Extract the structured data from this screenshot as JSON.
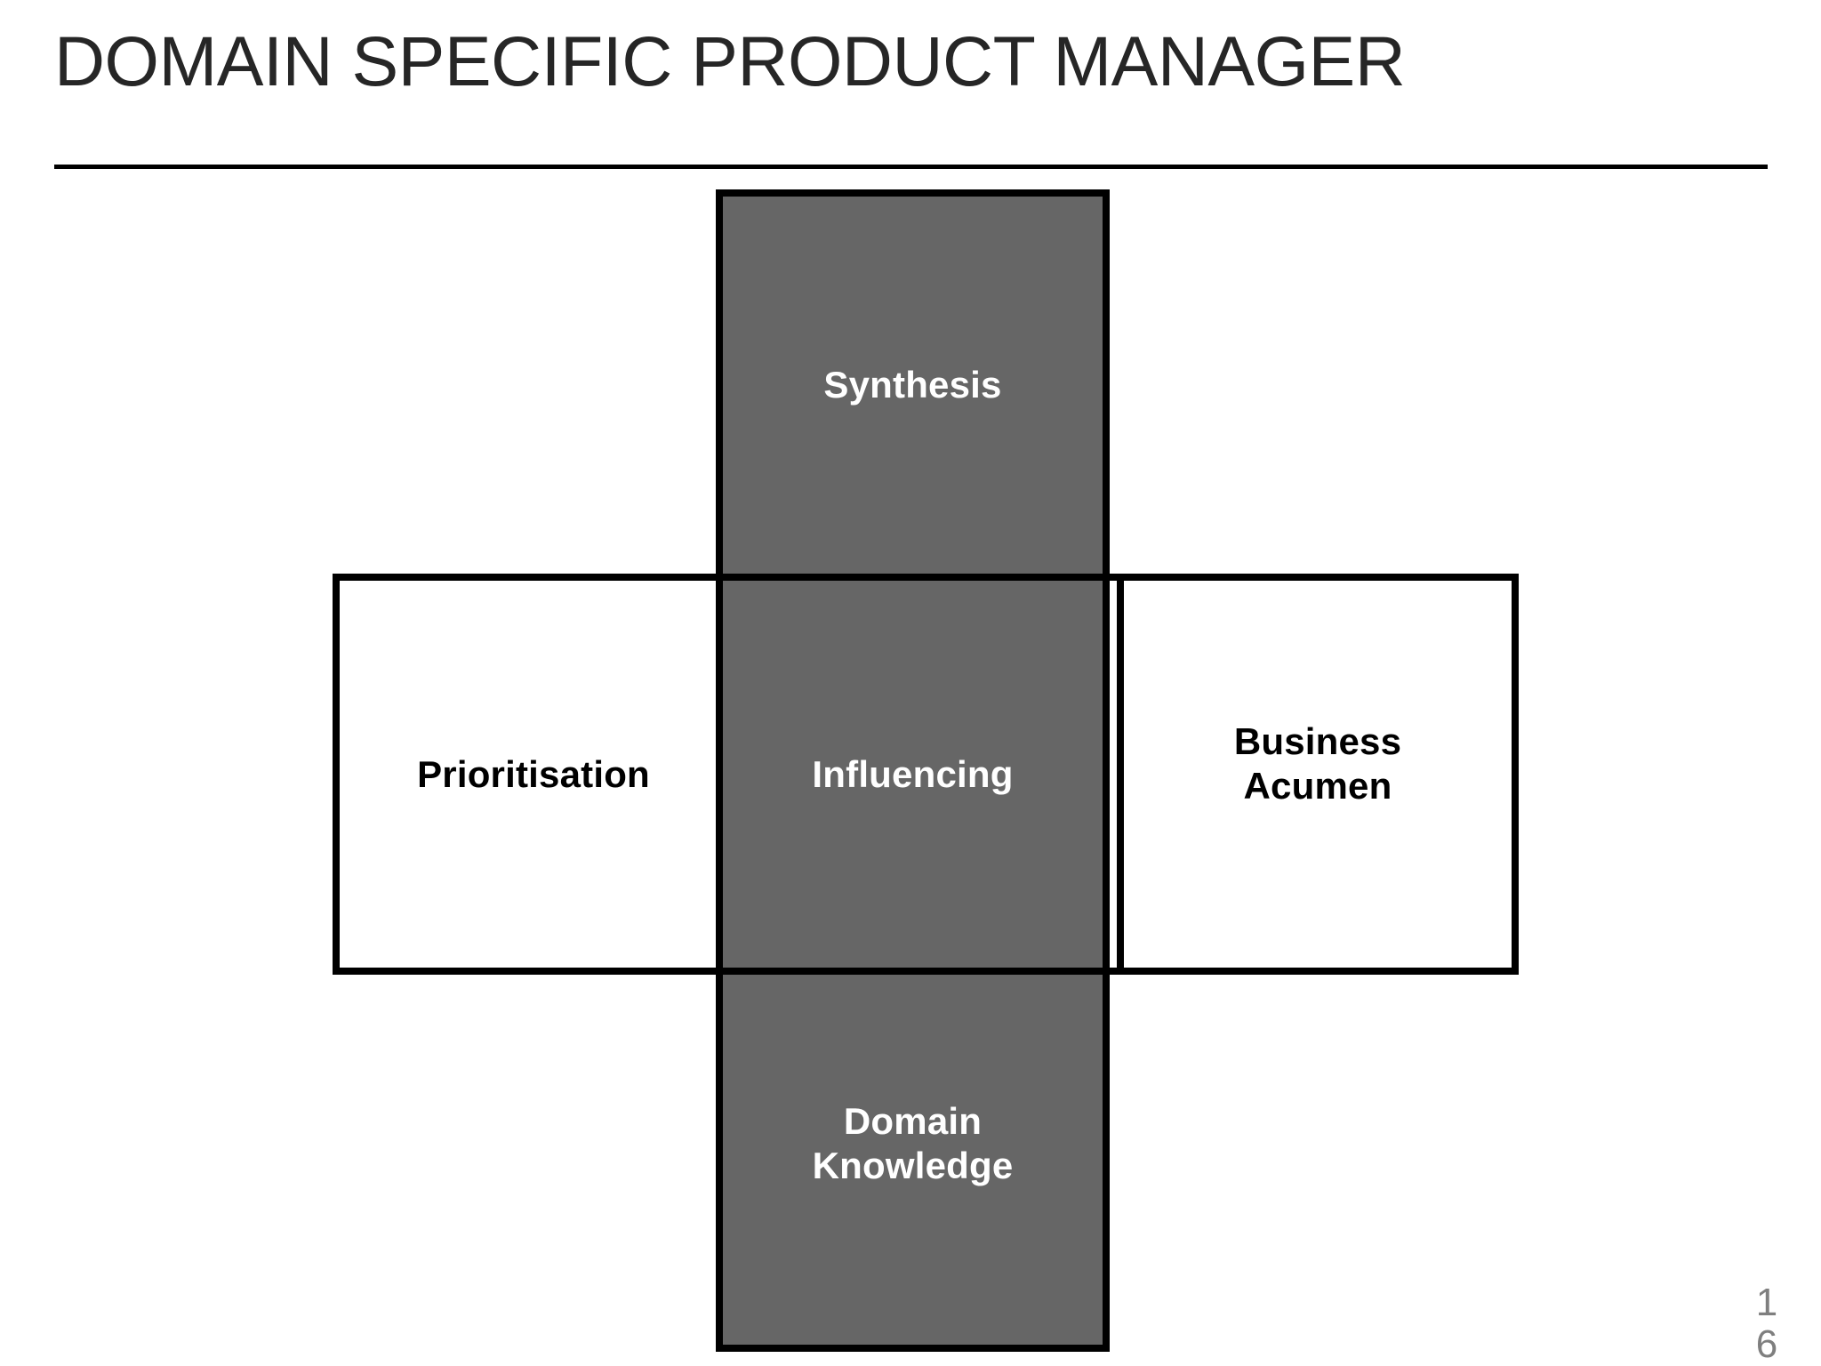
{
  "slide": {
    "title": "DOMAIN SPECIFIC PRODUCT MANAGER",
    "page_number": "16",
    "background_color": "#FFFFFF",
    "title_color": "#262626",
    "rule_color": "#000000",
    "page_number_color": "#7F7F7F"
  },
  "diagram": {
    "type": "cross-framework",
    "accent_fill": "#666666",
    "plain_fill": "#FFFFFF",
    "border_color": "#000000",
    "cells": [
      {
        "id": "synthesis",
        "label": "Synthesis",
        "position": "top",
        "fill": "#666666",
        "text_color": "#FFFFFF"
      },
      {
        "id": "prioritisation",
        "label": "Prioritisation",
        "position": "left",
        "fill": "#FFFFFF",
        "text_color": "#000000"
      },
      {
        "id": "influencing",
        "label": "Influencing",
        "position": "center",
        "fill": "#666666",
        "text_color": "#FFFFFF"
      },
      {
        "id": "business-acumen",
        "label": "Business\nAcumen",
        "label_line_1": "Business",
        "label_line_2": "Acumen",
        "position": "right",
        "fill": "#FFFFFF",
        "text_color": "#000000"
      },
      {
        "id": "domain-knowledge",
        "label": "Domain\nKnowledge",
        "label_line_1": "Domain",
        "label_line_2": "Knowledge",
        "position": "bottom",
        "fill": "#666666",
        "text_color": "#FFFFFF"
      }
    ]
  }
}
